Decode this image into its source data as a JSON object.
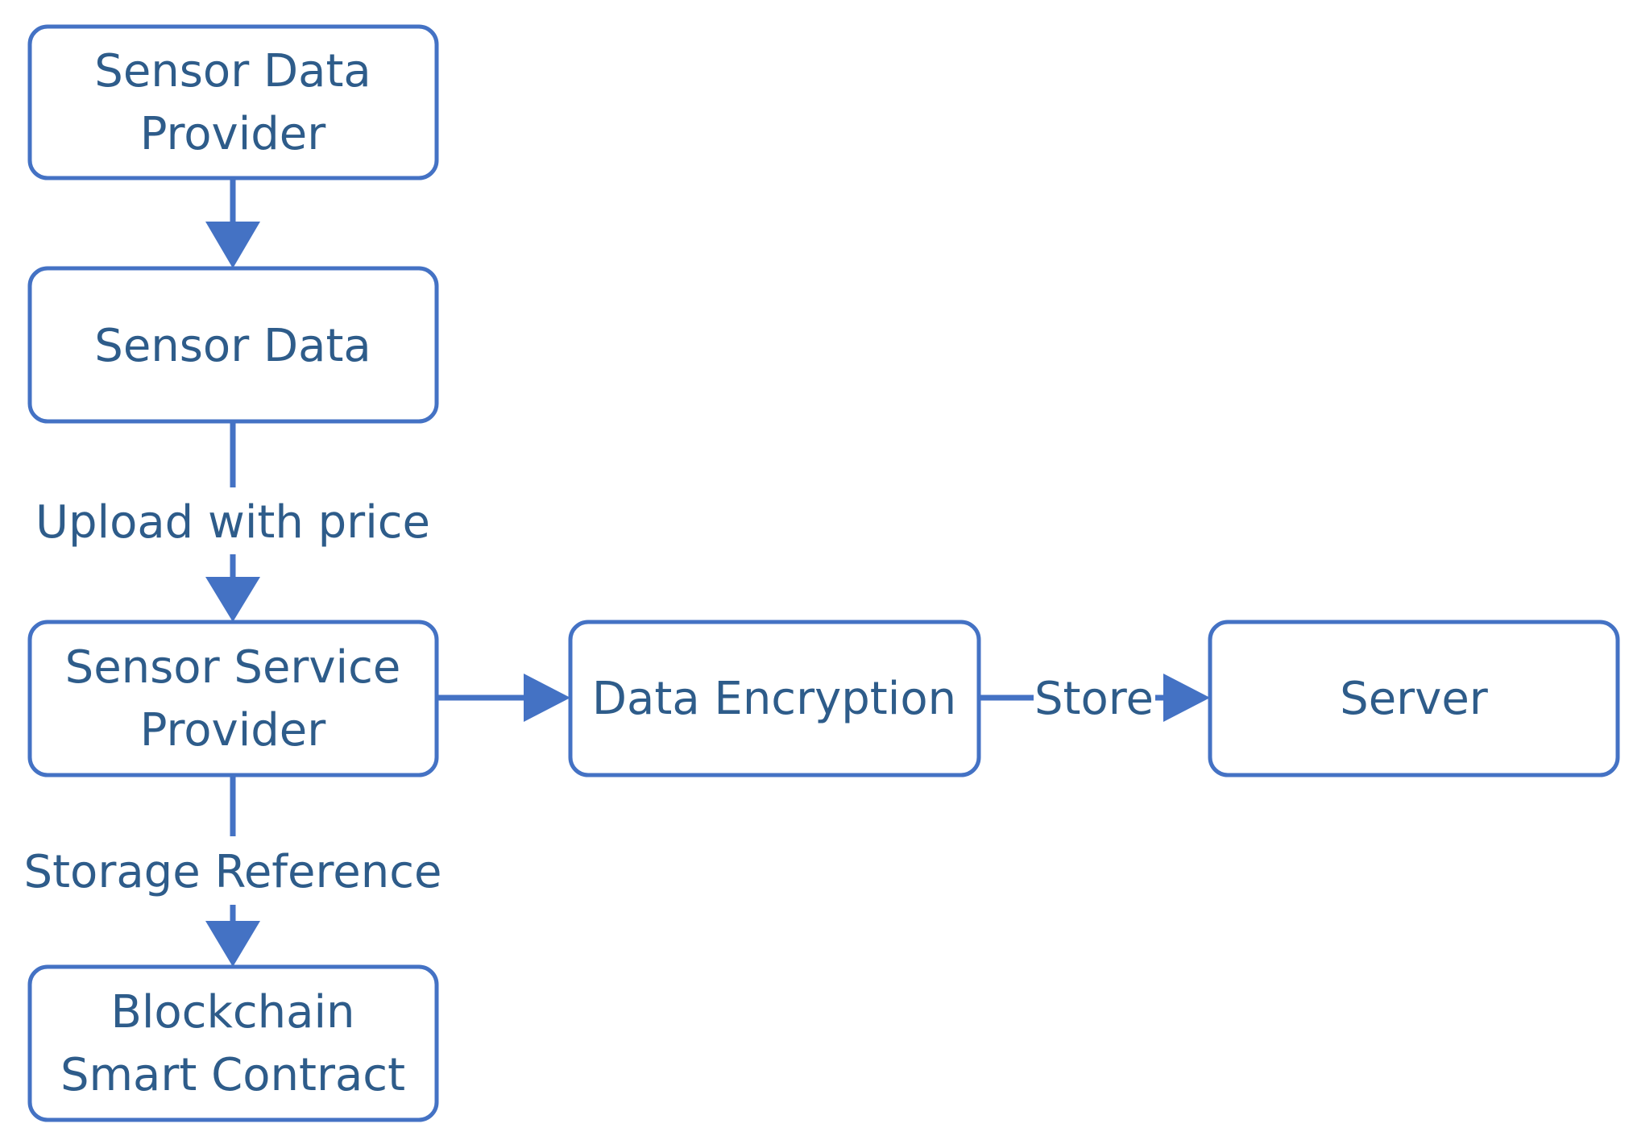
{
  "colors": {
    "stroke": "#4472C4",
    "text": "#2E5C8A",
    "background": "#FFFFFF"
  },
  "nodes": {
    "sensor_data_provider": {
      "lines": [
        "Sensor Data",
        "Provider"
      ]
    },
    "sensor_data": {
      "lines": [
        "Sensor Data"
      ]
    },
    "sensor_service_provider": {
      "lines": [
        "Sensor Service",
        "Provider"
      ]
    },
    "data_encryption": {
      "lines": [
        "Data Encryption"
      ]
    },
    "server": {
      "lines": [
        "Server"
      ]
    },
    "blockchain_smart_contract": {
      "lines": [
        "Blockchain",
        "Smart Contract"
      ]
    }
  },
  "edges": {
    "upload_label": "Upload with price",
    "store_label": "Store",
    "storage_reference_label": "Storage Reference"
  }
}
